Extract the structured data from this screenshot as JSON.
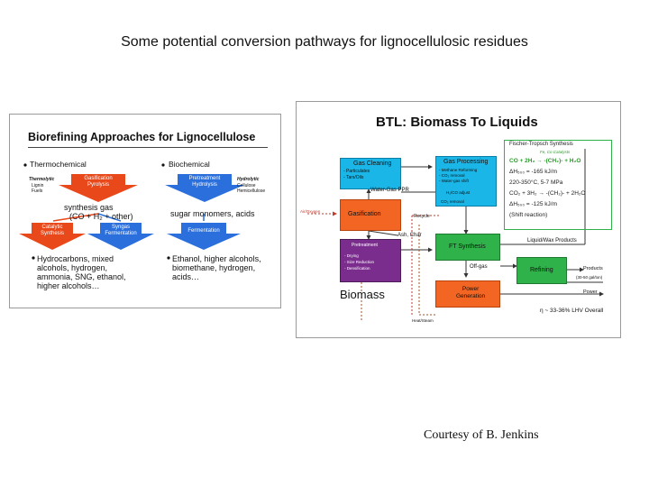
{
  "slide": {
    "title": "Some potential conversion pathways for lignocellulosic residues",
    "credit": "Courtesy of B. Jenkins"
  },
  "left_figure": {
    "title": "Biorefining Approaches for Lignocellulose",
    "thermo_label": "Thermochemical",
    "bio_label": "Biochemical",
    "thermolytic": "Thermolytic",
    "thermolytic_sub": "Lignin\nFuels",
    "hydrolytic": "Hydrolytic",
    "hydrolytic_sub": "Cellulose\nHemicellulose",
    "gasification": "Gasification\nPyrolysis",
    "pretreatment": "Pretreatment\nHydrolysis",
    "syngas": "synthesis gas",
    "syngas_formula": "(CO + H₂ + other)",
    "sugar": "sugar monomers, acids",
    "catalytic": "Catalytic\nSynthesis",
    "syngas_fermentation": "Syngas\nFermentation",
    "fermentation": "Fermentation",
    "outputs_left": "Hydrocarbons, mixed\nalcohols, hydrogen,\nammonia, SNG, ethanol,\nhigher alcohols…",
    "outputs_right": "Ethanol, higher alcohols,\nbiomethane, hydrogen,\nacids…",
    "colors": {
      "orange": "#e8481a",
      "blue": "#2a6fdc"
    }
  },
  "right_figure": {
    "title": "BTL:  Biomass To Liquids",
    "gas_cleaning": "Gas Cleaning",
    "gas_cleaning_items": "- Particulates\n- Tars/Oils",
    "gas_processing": "Gas Processing",
    "gas_processing_items": "- Methane Reforming\n- CO₂ removal\n- Water-gas shift",
    "water_gas": "Water-Gas PPR",
    "gasification": "Gasification",
    "pretreatment": "Pretreatment",
    "pretreatment_items": "- Drying\n- Size Reduction\n- Densification",
    "biomass": "Biomass",
    "ft_synthesis": "FT Synthesis",
    "liquid_wax": "Liquid/Wax Products",
    "refining": "Refining",
    "products": "Products",
    "products_sub": "(30-50 gal/ton)",
    "power_generation": "Power\nGeneration",
    "power": "Power",
    "ash_char": "Ash, Char",
    "recycle": "Recycle",
    "off_gas": "Off-gas",
    "heat_steam": "Heat/Steam",
    "air_oxygen": "Air/Oxygen",
    "h2co": "H₂/CO adjust",
    "co2removal": "CO₂ removal",
    "fts_title": "Fischer-Tropsch Synthesis",
    "fts_catalyst": "Fe, Co Catalysts",
    "eq1": "CO + 2H₂ → -(CH₂)- + H₂O",
    "eq2": "ΔH₅₀₀ = -165 kJ/m",
    "eq3": "220-350°C, 5-7 MPa",
    "eq4": "CO₂ + 3H₂ → -(CH₂)- + 2H₂O",
    "eq5": "ΔH₅₀₀ = -125 kJ/m",
    "eq6": "(Shift reaction)",
    "efficiency": "η ~ 33-36% LHV Overall",
    "colors": {
      "cyan": "#1ab6e8",
      "orange": "#f26522",
      "purple": "#7b2d8e",
      "green": "#2fb24a",
      "green_border": "#1e7a2e",
      "brown": "#a0522d",
      "red_dash": "#c0392b"
    }
  }
}
